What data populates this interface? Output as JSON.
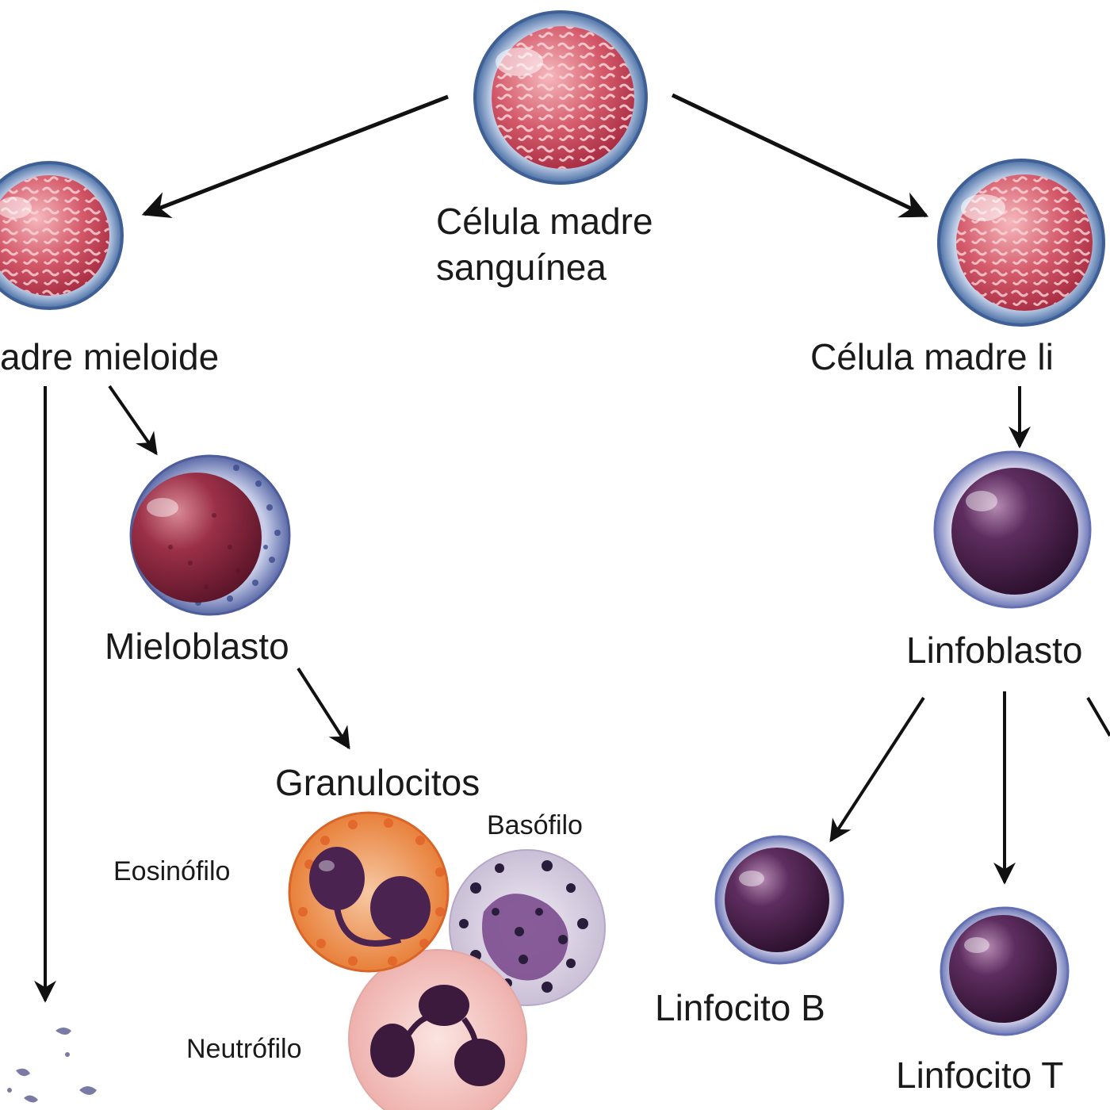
{
  "labels": {
    "stem_cell": "Célula madre sanguínea",
    "stem_cell_line1": "Célula madre",
    "stem_cell_line2": "sanguínea",
    "myeloid_stem_cell": "adre mieloide",
    "lymphoid_stem_cell": "Célula madre li",
    "myeloblast": "Mieloblasto",
    "lymphoblast": "Linfoblasto",
    "granulocytes": "Granulocitos",
    "eosinophil": "Eosinófilo",
    "basophil": "Basófilo",
    "neutrophil": "Neutrófilo",
    "b_lymphocyte": "Linfocito B",
    "t_lymphocyte": "Linfocito T"
  },
  "colors": {
    "background": "#ffffff",
    "text": "#1a1a1a",
    "arrow": "#111111",
    "stem_nucleus": "#c23b4e",
    "stem_membrane": "#4a6fa5",
    "blast_nucleus": "#7a1f3a",
    "lympho_nucleus": "#3b1a3d",
    "eosinophil_granules": "#e8803a",
    "basophil_granules": "#3a2a55",
    "neutrophil_cytoplasm": "#f3c9c6"
  }
}
